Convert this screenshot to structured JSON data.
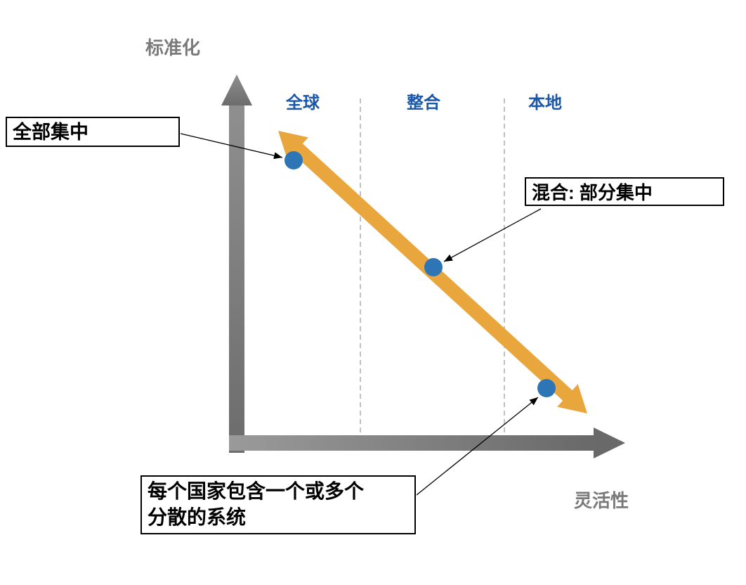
{
  "diagram": {
    "axis_y_label": "标准化",
    "axis_x_label": "灵活性",
    "columns": [
      "全球",
      "整合",
      "本地"
    ],
    "callouts": [
      {
        "text": "全部集中"
      },
      {
        "text": "混合: 部分集中"
      },
      {
        "line1": "每个国家包含一个或多个",
        "line2": "分散的系统"
      }
    ],
    "colors": {
      "axis_gray": "#7F7F7F",
      "trend_arrow_orange": "#E9A63C",
      "point_blue": "#2E75B6",
      "column_label_blue": "#1B57A8"
    }
  }
}
